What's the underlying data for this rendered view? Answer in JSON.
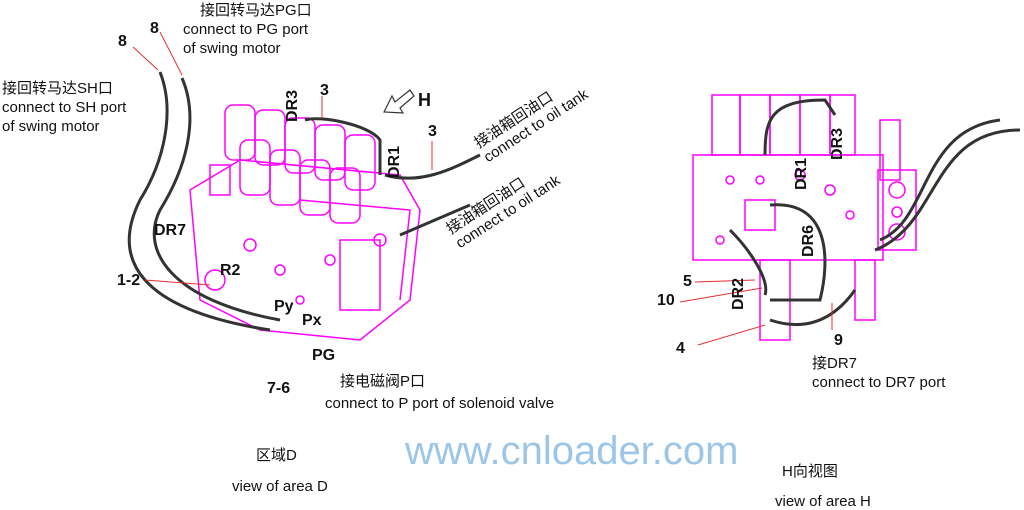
{
  "view_d": {
    "callouts": {
      "c8a": "8",
      "c8b": "8",
      "c3a": "3",
      "c3b": "3",
      "h": "H",
      "dr3": "DR3",
      "dr1": "DR1",
      "dr7": "DR7",
      "r2": "R2",
      "c12": "1-2",
      "py": "Py",
      "px": "Px",
      "pg": "PG",
      "c76": "7-6"
    },
    "pg_port": {
      "zh": "接回转马达PG口",
      "en1": "connect to PG port",
      "en2": "of swing motor"
    },
    "sh_port": {
      "zh": "接回转马达SH口",
      "en1": "connect to SH port",
      "en2": "of swing motor"
    },
    "oil_tank_1": {
      "zh": "接油箱回油口",
      "en": "connect to oil tank"
    },
    "oil_tank_2": {
      "zh": "接油箱回油口",
      "en": "connect to oil tank"
    },
    "solenoid": {
      "zh": "接电磁阀P口",
      "en": "connect to P port of solenoid valve"
    },
    "caption": {
      "zh": "区域D",
      "en": "view of area D"
    }
  },
  "view_h": {
    "callouts": {
      "dr3": "DR3",
      "dr1": "DR1",
      "dr6": "DR6",
      "dr2": "DR2",
      "c5": "5",
      "c10": "10",
      "c4": "4",
      "c9": "9"
    },
    "dr7": {
      "zh": "接DR7",
      "en": "connect to DR7 port"
    },
    "caption": {
      "zh": "H向视图",
      "en": "view of area H"
    }
  },
  "watermark": "www.cnloader.com",
  "colors": {
    "part": "#ff00ff",
    "hose": "#333333",
    "leader": "#e53030",
    "watermark": "#9cc6e8"
  }
}
